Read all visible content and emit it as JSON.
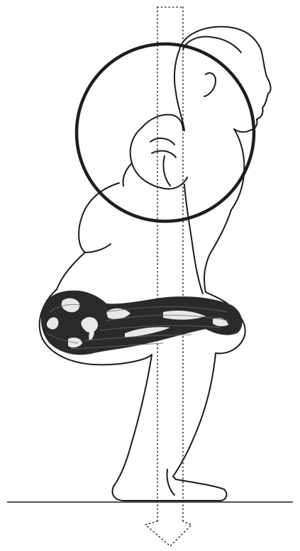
{
  "illustration": {
    "subject": "squat",
    "elements": [
      "barbell-plate",
      "lifter-figure",
      "thigh-muscles",
      "center-of-gravity-line",
      "ground-line"
    ]
  },
  "colors": {
    "ink": "#1a1a1a",
    "background": "#ffffff",
    "muscle": "#2a2a2a",
    "dotted_line": "#333333"
  }
}
